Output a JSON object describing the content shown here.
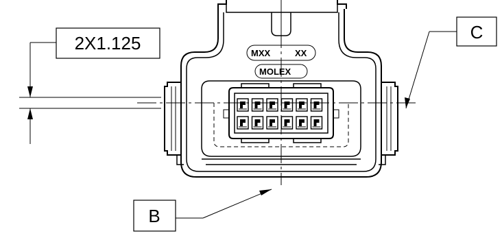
{
  "callouts": {
    "dimension_text": "2X1.125",
    "datum_c": "C",
    "datum_b": "B"
  },
  "part_marking": {
    "line1_left": "MXX",
    "line1_right": "XX",
    "line2": "MOLEX"
  }
}
